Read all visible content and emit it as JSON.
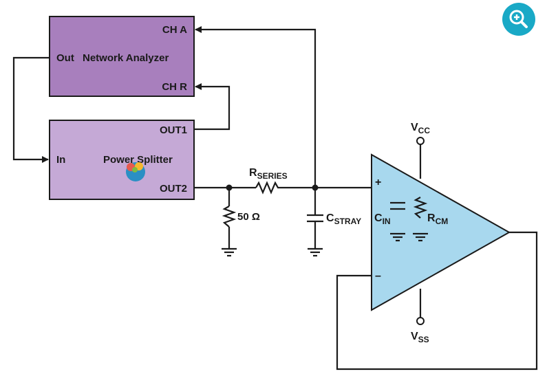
{
  "blocks": {
    "network_analyzer": {
      "title": "Network Analyzer",
      "out_label": "Out",
      "cha_label": "CH A",
      "chr_label": "CH R",
      "fill": "#a87fbd"
    },
    "power_splitter": {
      "title": "Power Splitter",
      "in_label": "In",
      "out1_label": "OUT1",
      "out2_label": "OUT2",
      "fill": "#c5a9d6"
    }
  },
  "components": {
    "r_series": {
      "main": "R",
      "sub": "SERIES"
    },
    "r_load": {
      "label": "50 Ω"
    },
    "c_stray": {
      "main": "C",
      "sub": "STRAY"
    },
    "c_in": {
      "main": "C",
      "sub": "IN"
    },
    "r_cm": {
      "main": "R",
      "sub": "CM"
    }
  },
  "opamp": {
    "fill": "#a8d8ee",
    "plus_label": "+",
    "minus_label": "–",
    "vcc": {
      "main": "V",
      "sub": "CC"
    },
    "vss": {
      "main": "V",
      "sub": "SS"
    }
  },
  "zoom": {
    "icon": "zoom-in-icon",
    "color": "#19a9c6"
  }
}
